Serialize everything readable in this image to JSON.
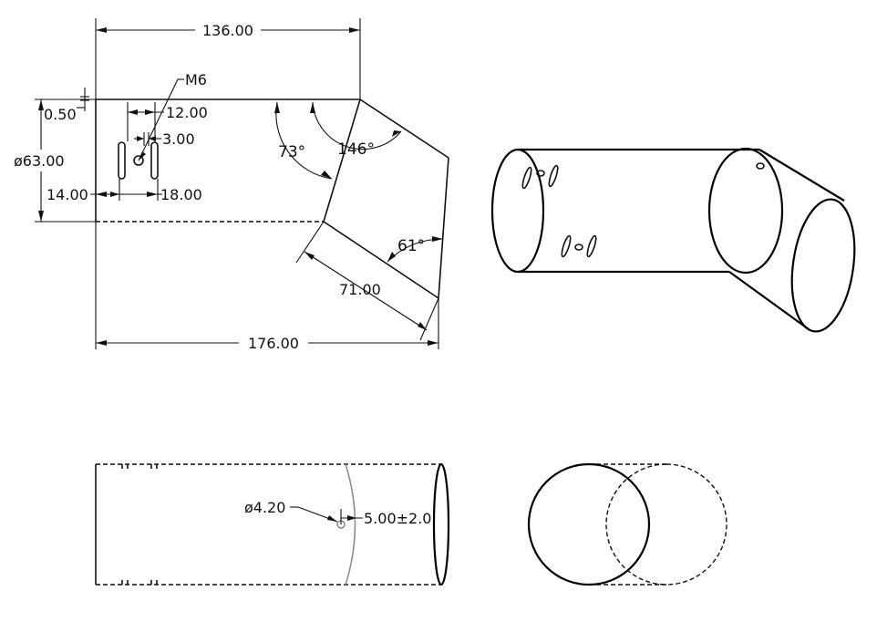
{
  "drawing": {
    "front_view": {
      "overall_top_length": "136.00",
      "overall_length": "176.00",
      "diameter": "ø63.00",
      "wall_offset": "0.50",
      "thread_callout": "M6",
      "slot_pitch": "12.00",
      "slot_width": "3.00",
      "slot_from_end": "14.00",
      "slot_length": "18.00",
      "angle_inner": "73°",
      "angle_outer": "146°",
      "angle_end": "61°",
      "elbow_length": "71.00"
    },
    "bottom_view": {
      "hole_diameter": "ø4.20",
      "hole_position": "5.00±2.0"
    }
  }
}
